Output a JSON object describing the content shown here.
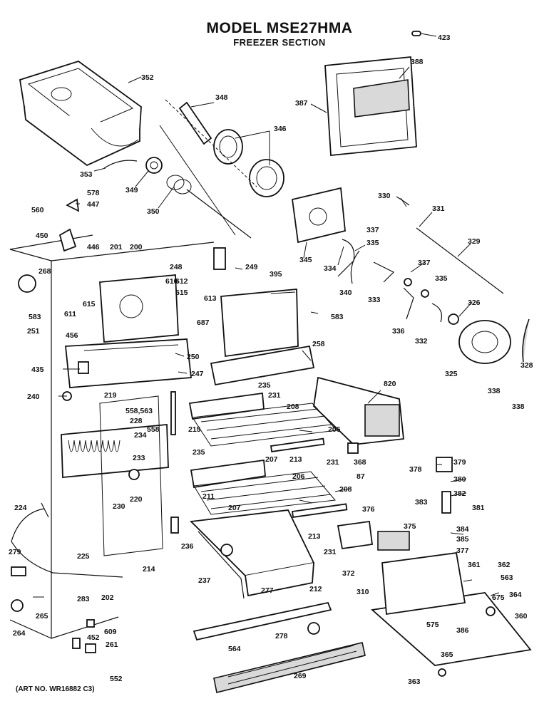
{
  "header": {
    "model_title": "MODEL MSE27HMA",
    "section_title": "FREEZER SECTION"
  },
  "footer": {
    "art_no": "(ART NO. WR16882 C3)"
  },
  "parts": [
    {
      "label": "423"
    },
    {
      "label": "352"
    },
    {
      "label": "348"
    },
    {
      "label": "388"
    },
    {
      "label": "387"
    },
    {
      "label": "346"
    },
    {
      "label": "353"
    },
    {
      "label": "349"
    },
    {
      "label": "578"
    },
    {
      "label": "560"
    },
    {
      "label": "447"
    },
    {
      "label": "350"
    },
    {
      "label": "330"
    },
    {
      "label": "331"
    },
    {
      "label": "450"
    },
    {
      "label": "446"
    },
    {
      "label": "337"
    },
    {
      "label": "335"
    },
    {
      "label": "329"
    },
    {
      "label": "345"
    },
    {
      "label": "334"
    },
    {
      "label": "201"
    },
    {
      "label": "200"
    },
    {
      "label": "249"
    },
    {
      "label": "268"
    },
    {
      "label": "248"
    },
    {
      "label": "612"
    },
    {
      "label": "610"
    },
    {
      "label": "395"
    },
    {
      "label": "337"
    },
    {
      "label": "340"
    },
    {
      "label": "333"
    },
    {
      "label": "335"
    },
    {
      "label": "611"
    },
    {
      "label": "615"
    },
    {
      "label": "615"
    },
    {
      "label": "613"
    },
    {
      "label": "583"
    },
    {
      "label": "326"
    },
    {
      "label": "583"
    },
    {
      "label": "251"
    },
    {
      "label": "687"
    },
    {
      "label": "336"
    },
    {
      "label": "332"
    },
    {
      "label": "456"
    },
    {
      "label": "250"
    },
    {
      "label": "258"
    },
    {
      "label": "325"
    },
    {
      "label": "328"
    },
    {
      "label": "435"
    },
    {
      "label": "247"
    },
    {
      "label": "235"
    },
    {
      "label": "231"
    },
    {
      "label": "820"
    },
    {
      "label": "338"
    },
    {
      "label": "240"
    },
    {
      "label": "219"
    },
    {
      "label": "208"
    },
    {
      "label": "338"
    },
    {
      "label": "558,563"
    },
    {
      "label": "228"
    },
    {
      "label": "558"
    },
    {
      "label": "234"
    },
    {
      "label": "215"
    },
    {
      "label": "206"
    },
    {
      "label": "233"
    },
    {
      "label": "235"
    },
    {
      "label": "207"
    },
    {
      "label": "213"
    },
    {
      "label": "231"
    },
    {
      "label": "368"
    },
    {
      "label": "87"
    },
    {
      "label": "379"
    },
    {
      "label": "378"
    },
    {
      "label": "206"
    },
    {
      "label": "220"
    },
    {
      "label": "380"
    },
    {
      "label": "208"
    },
    {
      "label": "382"
    },
    {
      "label": "230"
    },
    {
      "label": "211"
    },
    {
      "label": "207"
    },
    {
      "label": "376"
    },
    {
      "label": "383"
    },
    {
      "label": "381"
    },
    {
      "label": "224"
    },
    {
      "label": "375"
    },
    {
      "label": "236"
    },
    {
      "label": "213"
    },
    {
      "label": "384"
    },
    {
      "label": "385"
    },
    {
      "label": "377"
    },
    {
      "label": "231"
    },
    {
      "label": "279"
    },
    {
      "label": "225"
    },
    {
      "label": "214"
    },
    {
      "label": "372"
    },
    {
      "label": "361"
    },
    {
      "label": "362"
    },
    {
      "label": "563"
    },
    {
      "label": "237"
    },
    {
      "label": "212"
    },
    {
      "label": "310"
    },
    {
      "label": "675"
    },
    {
      "label": "364"
    },
    {
      "label": "202"
    },
    {
      "label": "283"
    },
    {
      "label": "277"
    },
    {
      "label": "265"
    },
    {
      "label": "360"
    },
    {
      "label": "609"
    },
    {
      "label": "575"
    },
    {
      "label": "386"
    },
    {
      "label": "264"
    },
    {
      "label": "278"
    },
    {
      "label": "452"
    },
    {
      "label": "261"
    },
    {
      "label": "564"
    },
    {
      "label": "365"
    },
    {
      "label": "552"
    },
    {
      "label": "269"
    },
    {
      "label": "363"
    }
  ]
}
